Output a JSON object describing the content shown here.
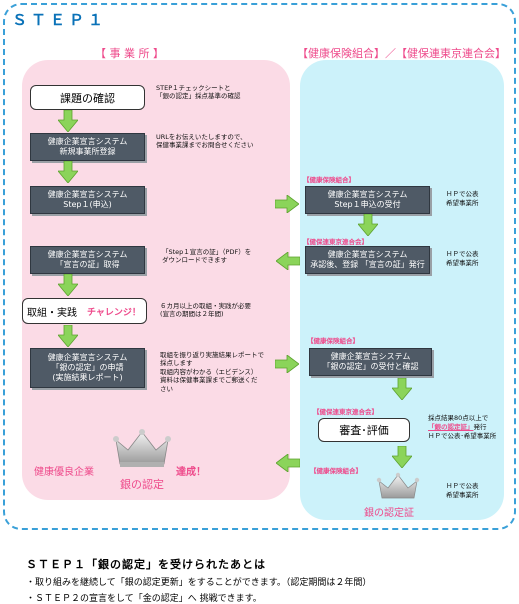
{
  "step_title": "ＳＴＥＰ１",
  "left_header": "【 事 業 所 】",
  "right_header": "【健康保険組合】／【健保連東京連合会】",
  "left_steps": {
    "issue_check": "課題の確認",
    "register": [
      "健康企業宣言システム",
      "新規事業所登録"
    ],
    "apply": [
      "健康企業宣言システム",
      "Step１(申込)"
    ],
    "cert_get": [
      "健康企業宣言システム",
      "「宣言の証」取得"
    ],
    "practice": "取組・実践",
    "challenge": "チャレンジ！",
    "silver_apply": [
      "健康企業宣言システム",
      "「銀の認定」の申請",
      "(実施結果レポート)"
    ]
  },
  "left_notes": {
    "issue_check": [
      "STEP１チェックシートと",
      "「銀の認定」採点基準の確認"
    ],
    "register": [
      "URLをお伝えいたしますので、",
      "保健事業課までお問合せください"
    ],
    "cert_get": [
      "「Step１宣言の証」（PDF）を",
      "ダウンロードできます"
    ],
    "practice": [
      "６カ月以上の取組・実践が必要",
      "(宣言の期間は２年間)"
    ],
    "silver_apply": [
      "取組を振り返り実施結果レポートで",
      "採点します",
      "取組内容がわかる（エビデンス）",
      "資料は保健事業課までご郵送くだ",
      "さい"
    ]
  },
  "left_bottom": {
    "company": "健康優良企業",
    "crown_label": "銀の認定",
    "achieved": "達成！"
  },
  "right_tags": {
    "t1": "【健康保険組合】",
    "t2": "【健保連東京連合会】",
    "t3": "【健康保険組合】",
    "t4": "【健保連東京連合会】",
    "t5": "【健康保険組合】"
  },
  "right_boxes": {
    "accept": [
      "健康企業宣言システム",
      "Step１申込の受付"
    ],
    "approve": [
      "健康企業宣言システム",
      "承認後、登録 「宣言の証」発行"
    ],
    "silver_accept": [
      "健康企業宣言システム",
      "「銀の認定」の受付と確認"
    ],
    "review": "審査･評価",
    "silver_cert": "銀の認定証"
  },
  "hp_notes": {
    "n1": [
      "ＨＰで公表",
      "希望事業所"
    ],
    "n2": [
      "ＨＰで公表",
      "希望事業所"
    ],
    "n3_line1": "採点結果80点以上で",
    "n3_highlight": "「銀の認定証」",
    "n3_after": "発行",
    "n3_line3": "ＨＰで公表･希望事業所",
    "n4": [
      "ＨＰで公表",
      "希望事業所"
    ]
  },
  "footer": {
    "title": "ＳＴＥＰ１「銀の認定」を受けられたあとは",
    "line1": "・取り組みを継続して「銀の認定更新」をすることができます。（認定期間は２年間）",
    "line2": "・ＳＴＥＰ２の宣言をして「金の認定」へ 挑戦できます。"
  },
  "colors": {
    "accent_blue": "#0a72b8",
    "pink": "#ee4a8b",
    "dark_box": "#4f5a66",
    "arrow_green": "#8bd45a"
  }
}
